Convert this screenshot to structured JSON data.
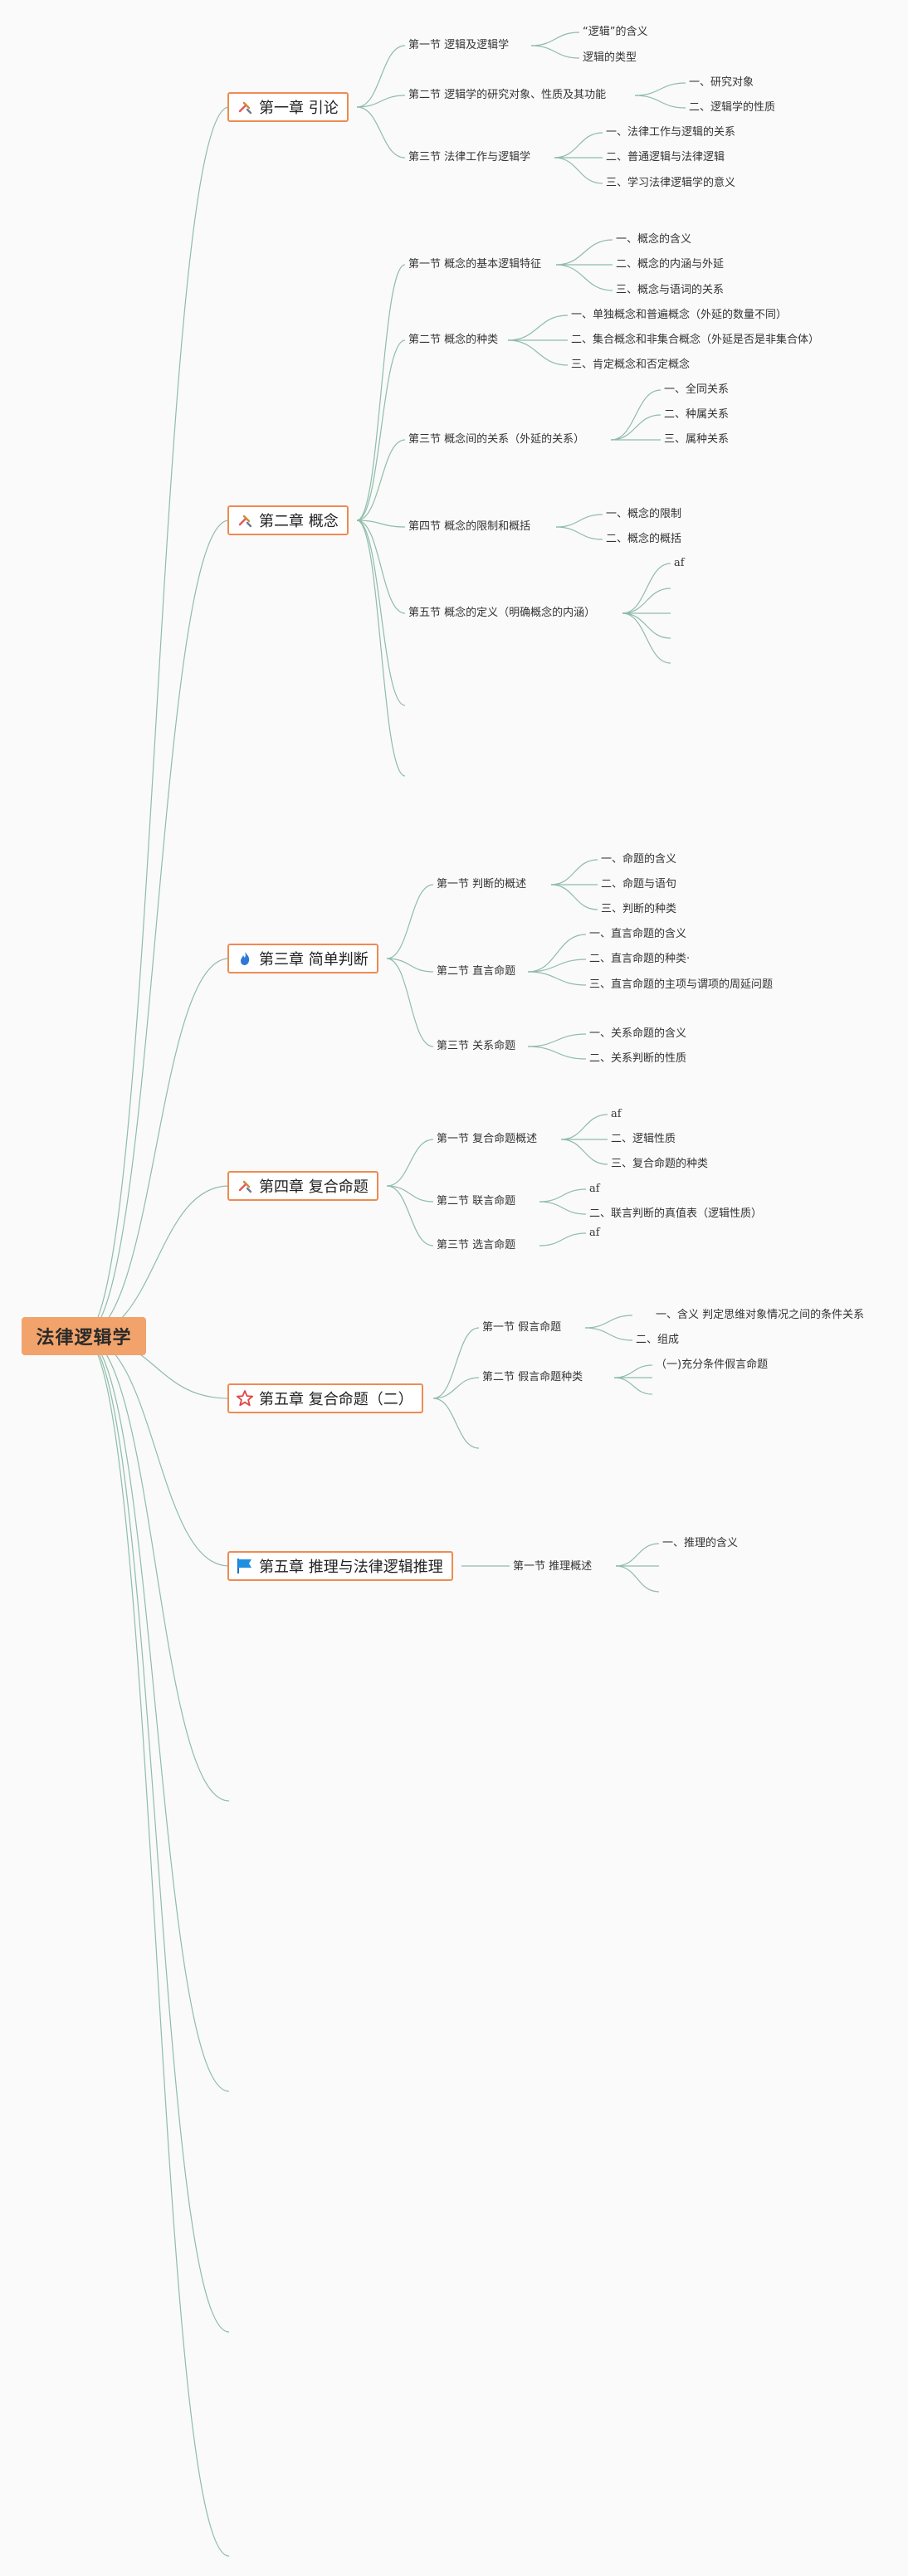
{
  "root": {
    "title": "法律逻辑学"
  },
  "chapters": [
    {
      "title": "第一章 引论",
      "icon": "tools-icon"
    },
    {
      "title": "第二章 概念",
      "icon": "tools-icon"
    },
    {
      "title": "第三章 简单判断",
      "icon": "fire-icon"
    },
    {
      "title": "第四章 复合命题",
      "icon": "tools-icon"
    },
    {
      "title": "第五章 复合命题（二）",
      "icon": "star-icon"
    },
    {
      "title": "第五章 推理与法律逻辑推理",
      "icon": "flag-icon"
    }
  ],
  "ch1": {
    "s1": "第一节 逻辑及逻辑学",
    "s1_items": [
      "“逻辑”的含义",
      "逻辑的类型"
    ],
    "s2": "第二节 逻辑学的研究对象、性质及其功能",
    "s2_items": [
      "一、研究对象",
      "二、逻辑学的性质"
    ],
    "s3": "第三节 法律工作与逻辑学",
    "s3_items": [
      "一、法律工作与逻辑的关系",
      "二、普通逻辑与法律逻辑",
      "三、学习法律逻辑学的意义"
    ]
  },
  "ch2": {
    "s1": "第一节 概念的基本逻辑特征",
    "s1_items": [
      "一、概念的含义",
      "二、概念的内涵与外延",
      "三、概念与语词的关系"
    ],
    "s2": "第二节 概念的种类",
    "s2_items": [
      "一、单独概念和普遍概念（外延的数量不同）",
      "二、集合概念和非集合概念（外延是否是非集合体）",
      "三、肯定概念和否定概念"
    ],
    "s3": "第三节 概念间的关系（外延的关系）",
    "s3_items": [
      "一、全同关系",
      "二、种属关系",
      "三、属种关系"
    ],
    "s4": "第四节 概念的限制和概括",
    "s4_items": [
      "一、概念的限制",
      "二、概念的概括"
    ],
    "s5": "第五节 概念的定义（明确概念的内涵）",
    "s5_items": [
      "af"
    ]
  },
  "ch3": {
    "s1": "第一节 判断的概述",
    "s1_items": [
      "一、命题的含义",
      "二、命题与语句",
      "三、判断的种类"
    ],
    "s2": "第二节 直言命题",
    "s2_items": [
      "一、直言命题的含义",
      "二、直言命题的种类·",
      "三、直言命题的主项与谓项的周延问题"
    ],
    "s3": "第三节 关系命题",
    "s3_items": [
      "一、关系命题的含义",
      "二、关系判断的性质"
    ]
  },
  "ch4": {
    "s1": "第一节 复合命题概述",
    "s1_items": [
      "af",
      "二、逻辑性质",
      "三、复合命题的种类"
    ],
    "s2": "第二节 联言命题",
    "s2_items": [
      "af",
      "二、联言判断的真值表（逻辑性质）"
    ],
    "s3": "第三节 选言命题",
    "s3_items": [
      "af"
    ]
  },
  "ch5": {
    "s1": "第一节 假言命题",
    "s1_items": [
      "一、含义 判定思维对象情况之间的条件关系",
      "二、组成"
    ],
    "s2": "第二节 假言命题种类",
    "s2_items": [
      "（一)充分条件假言命题"
    ]
  },
  "ch6": {
    "s1": "第一节 推理概述",
    "s1_items": [
      "一、推理的含义"
    ]
  },
  "colors": {
    "line": "#8fbcaa",
    "chapter_border": "#ef8b52",
    "root_fill": "#f2a36b"
  }
}
